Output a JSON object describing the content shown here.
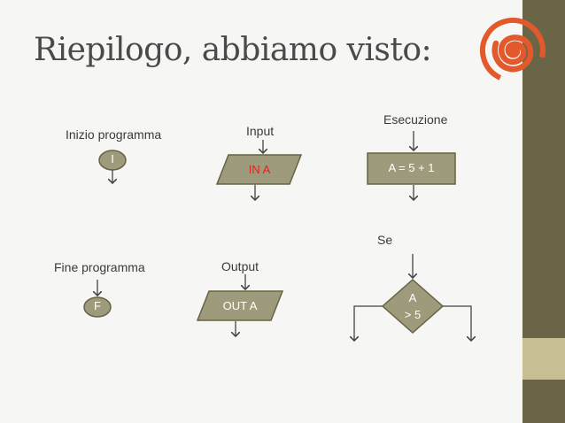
{
  "slide": {
    "title": "Riepilogo, abbiamo visto:"
  },
  "diagram": {
    "start": {
      "label": "Inizio programma",
      "symbol": "I"
    },
    "input": {
      "label": "Input",
      "text": "IN A",
      "text_color": "#e8201c"
    },
    "process": {
      "label": "Esecuzione",
      "text": "A = 5 + 1"
    },
    "end": {
      "label": "Fine programma",
      "symbol": "F"
    },
    "output": {
      "label": "Output",
      "text": "OUT A"
    },
    "decision": {
      "label": "Se",
      "line1": "A",
      "line2": "> 5"
    }
  },
  "colors": {
    "shape_fill": "#9e9a7c",
    "shape_stroke": "#686245",
    "shape_text": "#ffffff",
    "sidebar": "#6b6547",
    "sidebar_band": "#c7bf93",
    "logo": "#e2592c"
  }
}
